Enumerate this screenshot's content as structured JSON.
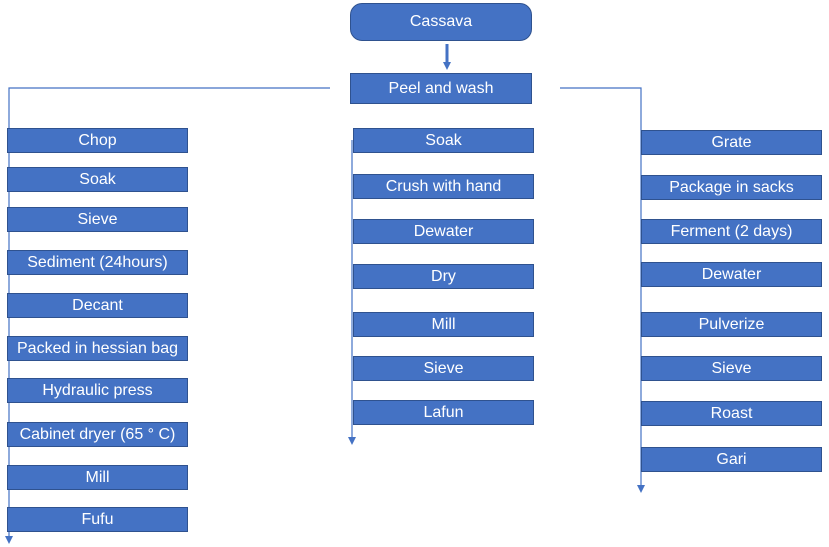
{
  "root": {
    "label": "Cassava"
  },
  "step": {
    "label": "Peel and wash"
  },
  "left": {
    "steps": [
      "Chop",
      "Soak",
      "Sieve",
      "Sediment (24hours)",
      "Decant",
      "Packed in hessian bag",
      "Hydraulic press",
      "Cabinet dryer (65 ° C)",
      "Mill",
      "Fufu"
    ]
  },
  "middle": {
    "steps": [
      "Soak",
      "Crush with hand",
      "Dewater",
      "Dry",
      "Mill",
      "Sieve",
      "Lafun"
    ]
  },
  "right": {
    "steps": [
      "Grate",
      "Package in sacks",
      "Ferment (2 days)",
      "Dewater",
      "Pulverize",
      "Sieve",
      "Roast",
      "Gari"
    ]
  },
  "colors": {
    "box_fill": "#4472c4",
    "box_border": "#2f528f",
    "text": "#ffffff",
    "connector": "#4472c4"
  }
}
